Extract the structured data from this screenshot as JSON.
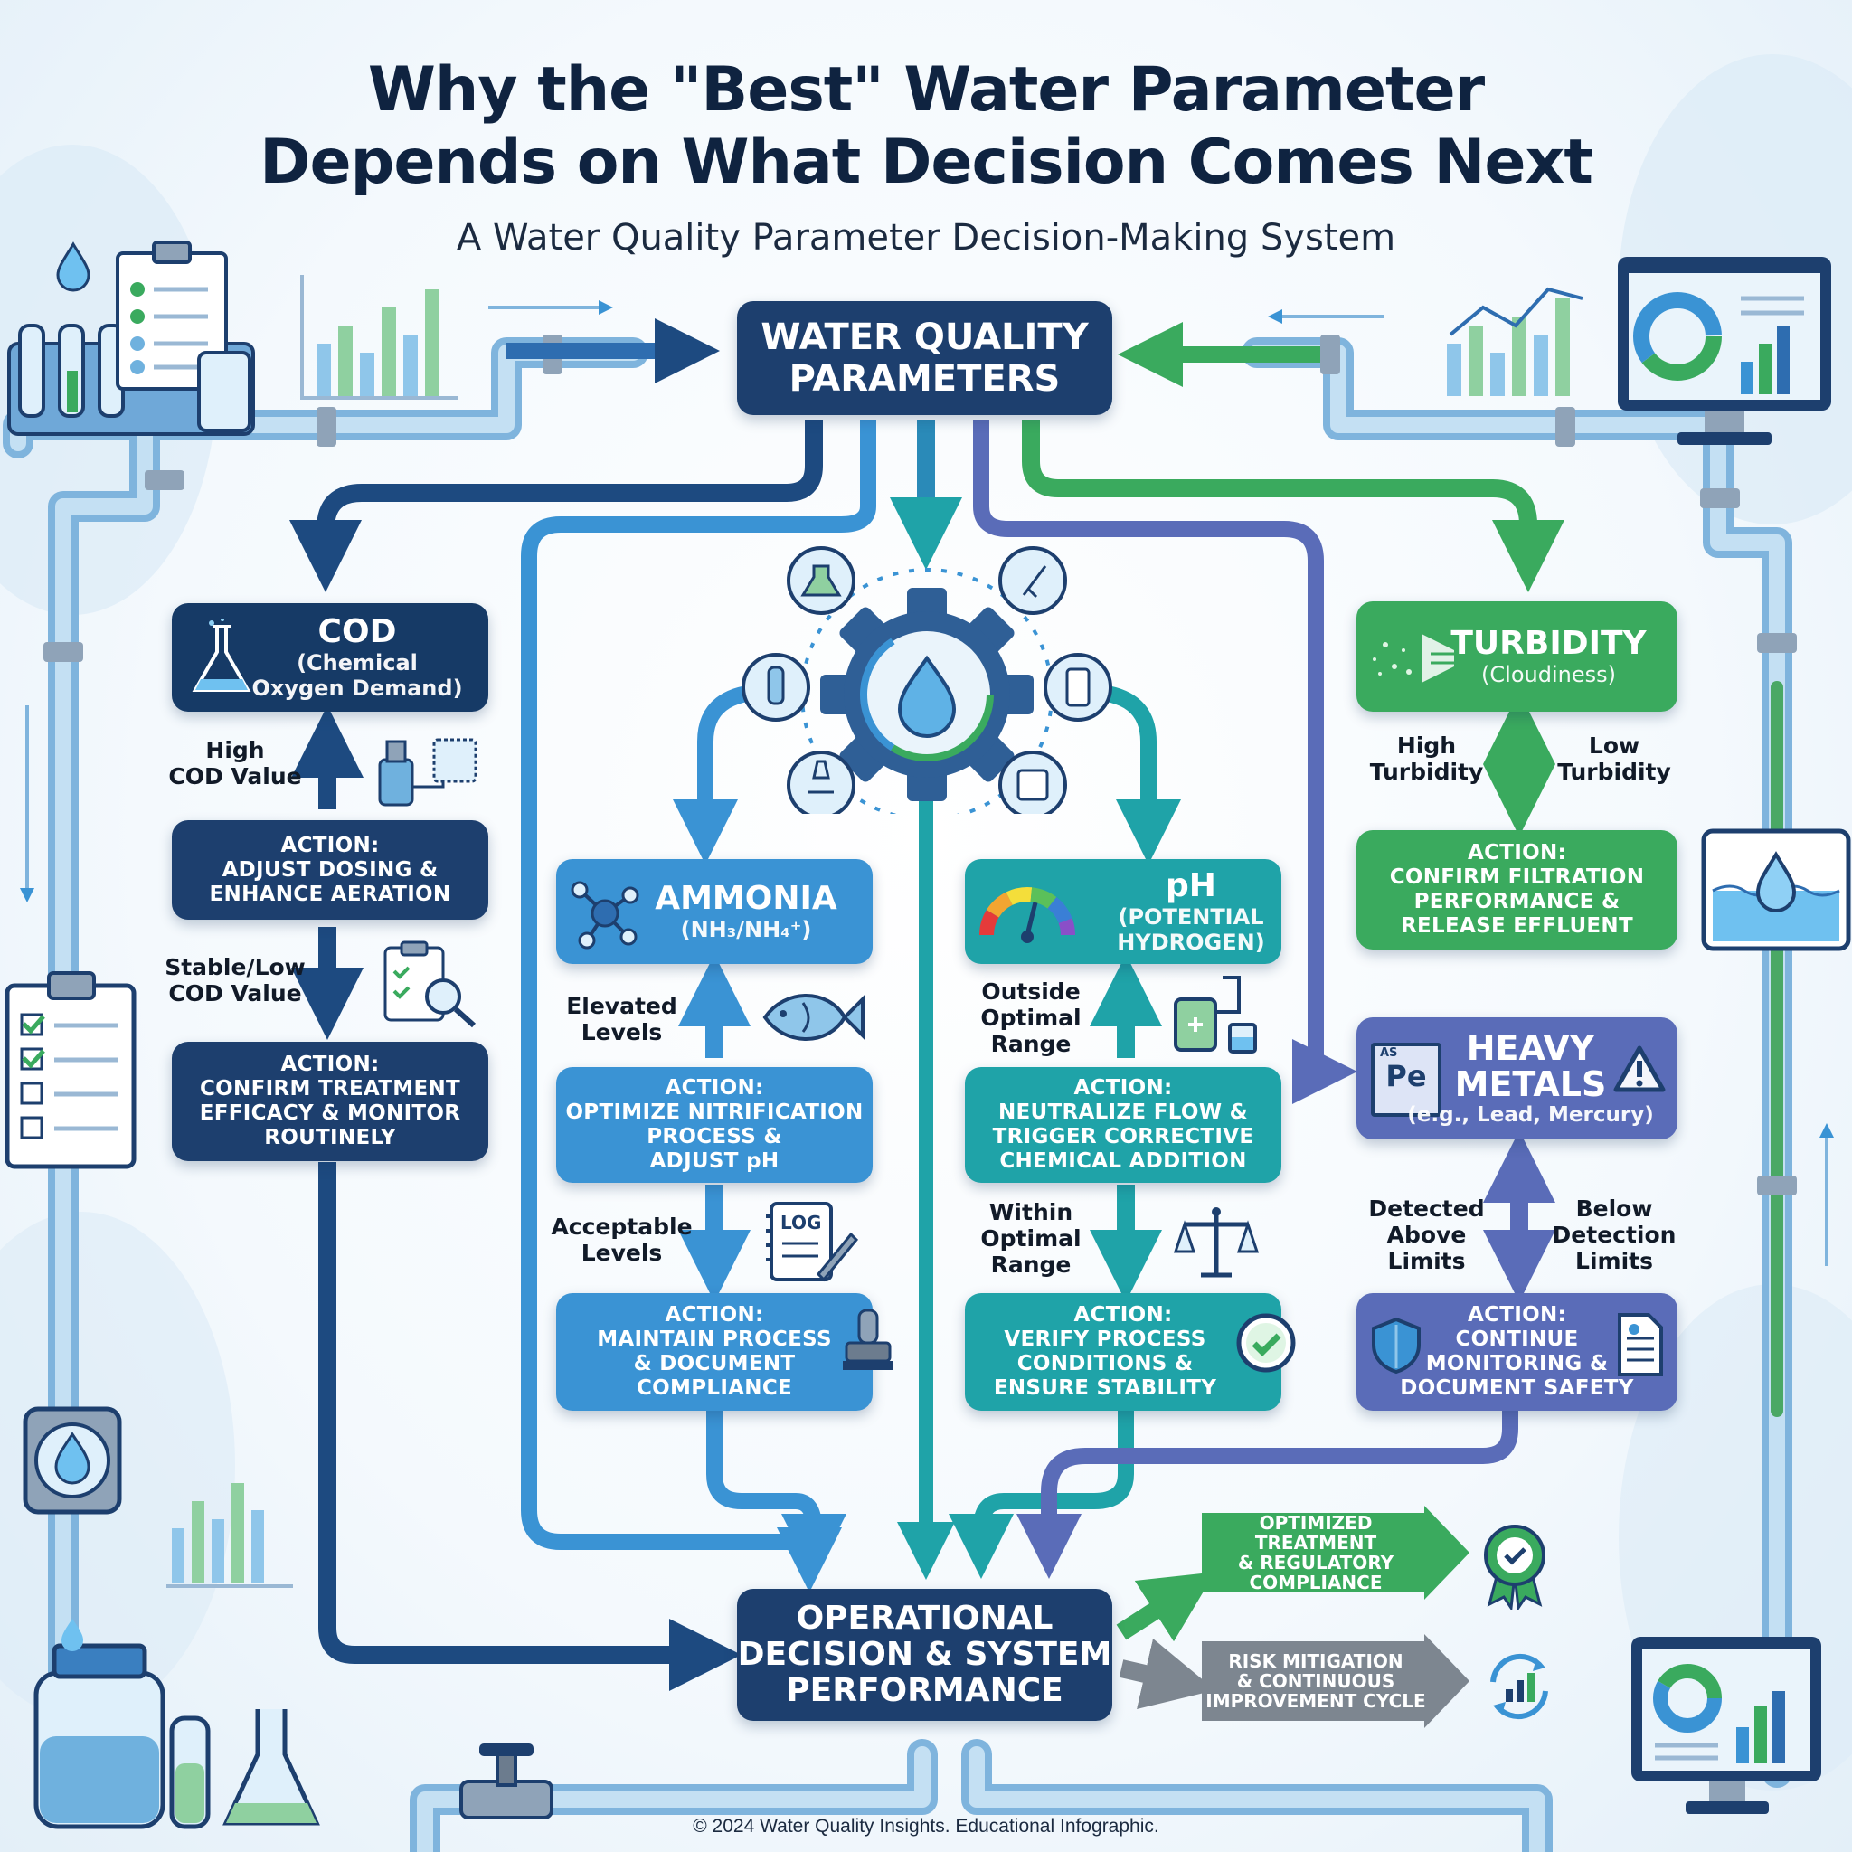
{
  "header": {
    "title_line1": "Why the \"Best\" Water Parameter",
    "title_line2": "Depends on What Decision Comes Next",
    "subtitle": "A Water Quality Parameter Decision-Making System"
  },
  "top_node": {
    "line1": "WATER QUALITY",
    "line2": "PARAMETERS"
  },
  "cod": {
    "title": "COD",
    "sub1": "(Chemical",
    "sub2": "Oxygen Demand)",
    "up_label": "High\nCOD Value",
    "down_label": "Stable/Low\nCOD Value",
    "action1": {
      "head": "ACTION:",
      "text": "ADJUST DOSING &\nENHANCE AERATION"
    },
    "action2": {
      "head": "ACTION:",
      "text": "CONFIRM TREATMENT\nEFFICACY & MONITOR\nROUTINELY"
    }
  },
  "ammonia": {
    "title": "AMMONIA",
    "sub": "(NH₃/NH₄⁺)",
    "up_label": "Elevated\nLevels",
    "down_label": "Acceptable\nLevels",
    "action1": {
      "head": "ACTION:",
      "text": "OPTIMIZE NITRIFICATION\nPROCESS &\nADJUST pH"
    },
    "action2": {
      "head": "ACTION:",
      "text": "MAINTAIN PROCESS\n& DOCUMENT\nCOMPLIANCE"
    }
  },
  "ph": {
    "title": "pH",
    "sub1": "(POTENTIAL",
    "sub2": "HYDROGEN)",
    "up_label": "Outside\nOptimal\nRange",
    "down_label": "Within\nOptimal\nRange",
    "action1": {
      "head": "ACTION:",
      "text": "NEUTRALIZE FLOW &\nTRIGGER CORRECTIVE\nCHEMICAL ADDITION"
    },
    "action2": {
      "head": "ACTION:",
      "text": "VERIFY PROCESS\nCONDITIONS &\nENSURE STABILITY"
    }
  },
  "turbidity": {
    "title": "TURBIDITY",
    "sub": "(Cloudiness)",
    "left_label": "High\nTurbidity",
    "right_label": "Low\nTurbidity",
    "action": {
      "head": "ACTION:",
      "text": "CONFIRM FILTRATION\nPERFORMANCE &\nRELEASE EFFLUENT"
    }
  },
  "metals": {
    "title1": "HEAVY",
    "title2": "METALS",
    "sub": "(e.g., Lead, Mercury)",
    "element_symbol": "Pe",
    "element_number": "AS",
    "left_label": "Detected\nAbove\nLimits",
    "right_label": "Below\nDetection\nLimits",
    "action": {
      "head": "ACTION:",
      "text": "CONTINUE\nMONITORING &\nDOCUMENT SAFETY"
    }
  },
  "bottom_node": {
    "line1": "OPERATIONAL",
    "line2": "DECISION & SYSTEM",
    "line3": "PERFORMANCE"
  },
  "outcomes": [
    {
      "text": "OPTIMIZED TREATMENT\n& REGULATORY\nCOMPLIANCE",
      "color": "#3aaa5e"
    },
    {
      "text": "RISK MITIGATION\n& CONTINUOUS\nIMPROVEMENT CYCLE",
      "color": "#7d8690"
    }
  ],
  "log_icon_text": "LOG",
  "footer": "© 2024 Water Quality Insights. Educational Infographic.",
  "colors": {
    "navy": "#1d3f6e",
    "blue": "#2e6db0",
    "sky": "#3a93d4",
    "teal": "#1fa3a8",
    "green": "#3aaa5e",
    "violet": "#5a6cb8",
    "pipe": "#9ccbea"
  }
}
